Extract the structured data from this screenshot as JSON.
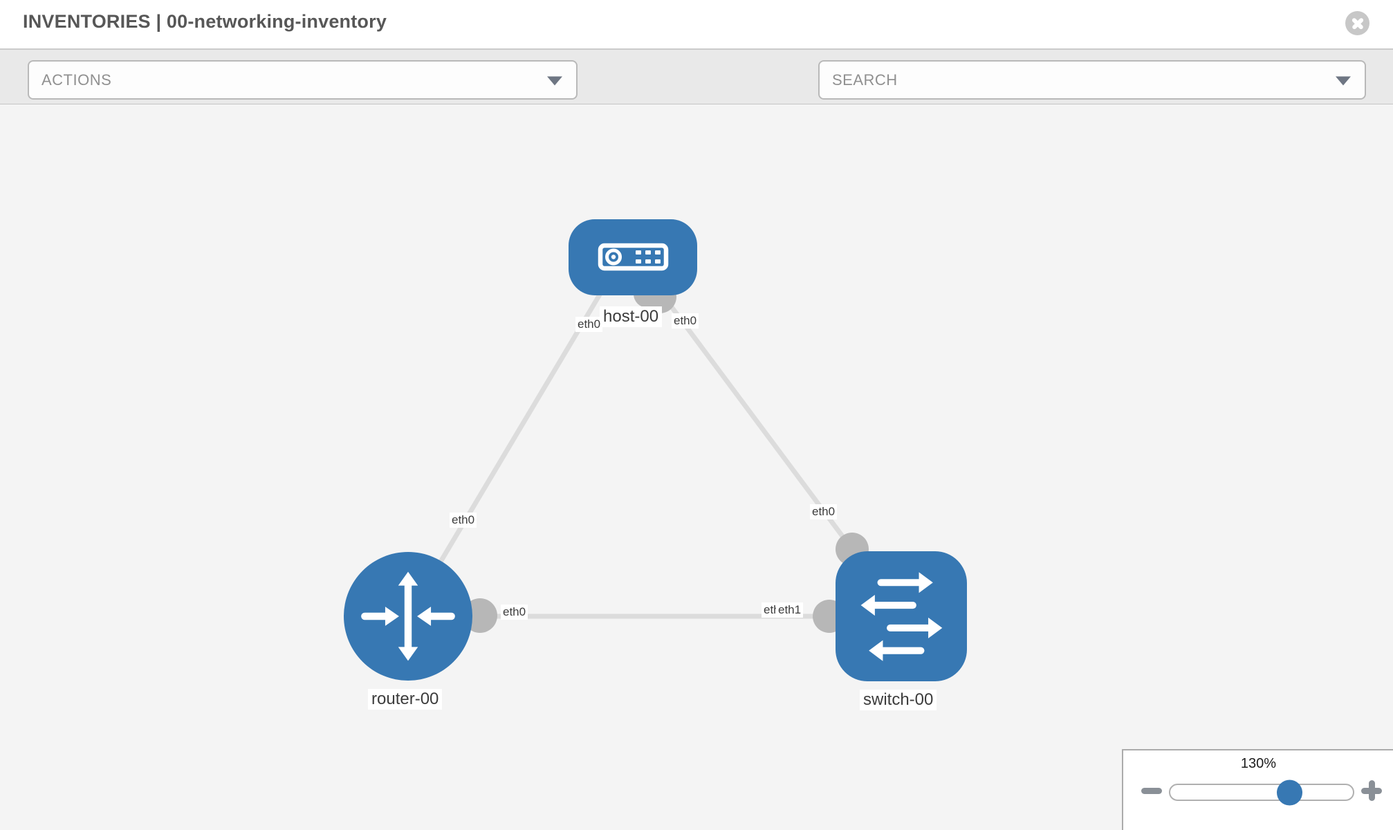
{
  "header": {
    "title": "INVENTORIES | 00-networking-inventory"
  },
  "toolbar": {
    "actions_dropdown": {
      "placeholder": "ACTIONS"
    },
    "search_dropdown": {
      "placeholder": "SEARCH"
    },
    "icons": {
      "left": "wrench-icon",
      "right": "key-icon"
    }
  },
  "topology": {
    "nodes": [
      {
        "id": "host-00",
        "label": "host-00",
        "type": "host",
        "icon": "server-icon"
      },
      {
        "id": "router-00",
        "label": "router-00",
        "type": "router",
        "icon": "router-arrows-icon"
      },
      {
        "id": "switch-00",
        "label": "switch-00",
        "type": "switch",
        "icon": "switch-arrows-icon"
      }
    ],
    "links": [
      {
        "from": "host-00",
        "to": "router-00",
        "from_interface": "eth0",
        "to_interface": "eth0"
      },
      {
        "from": "host-00",
        "to": "switch-00",
        "from_interface": "eth0",
        "to_interface": "eth0"
      },
      {
        "from": "router-00",
        "to": "switch-00",
        "from_interface": "eth0",
        "to_interface_under": "eth0",
        "to_interface": "eth1"
      }
    ]
  },
  "zoom_widget": {
    "level": "130%"
  },
  "colors": {
    "node_blue": "#3778b3",
    "link_gray": "#dcdcdc",
    "port_gray": "#b7b7b7",
    "toolbar_bg": "#e9e9e9",
    "canvas_bg": "#f4f4f4",
    "accent_text": "#575757"
  }
}
